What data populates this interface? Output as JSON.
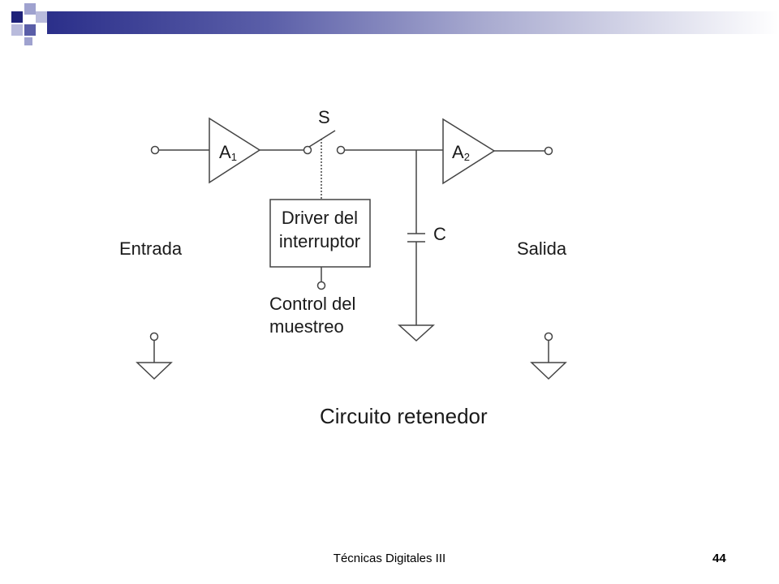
{
  "diagram": {
    "amp1_label": "A",
    "amp1_sub": "1",
    "amp2_label": "A",
    "amp2_sub": "2",
    "switch_label": "S",
    "driver_line1": "Driver del",
    "driver_line2": "interruptor",
    "capacitor_label": "C",
    "input_label": "Entrada",
    "output_label": "Salida",
    "control_line1": "Control del",
    "control_line2": "muestreo",
    "caption": "Circuito retenedor"
  },
  "footer": {
    "title": "Técnicas Digitales III",
    "page_number": "44"
  },
  "colors": {
    "header_dark": "#1f237a",
    "header_light": "#9fa2cf",
    "line": "#444444"
  }
}
